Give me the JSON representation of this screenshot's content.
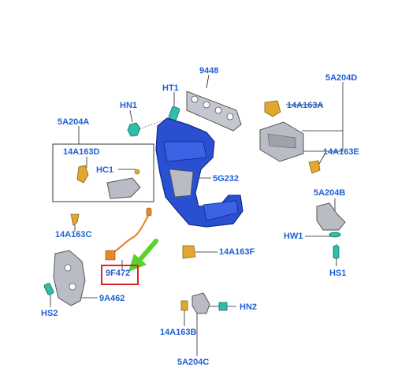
{
  "diagram": {
    "callouts": {
      "p9448": "9448",
      "p5a204d": "5A204D",
      "pht1": "HT1",
      "phn1": "HN1",
      "p14a163a": "14A163A",
      "p5a204a": "5A204A",
      "p14a163d": "14A163D",
      "phc1": "HC1",
      "p14a163e": "14A163E",
      "p5g232": "5G232",
      "p5a204b": "5A204B",
      "p14a163c": "14A163C",
      "phw1": "HW1",
      "p14a163f": "14A163F",
      "p9f472": "9F472",
      "phs1": "HS1",
      "p9a462": "9A462",
      "phs2": "HS2",
      "phn2": "HN2",
      "p14a163b": "14A163B",
      "p5a204c": "5A204C"
    },
    "colors": {
      "label": "#1f5fd6",
      "highlight": "#e0202a",
      "pointer": "#5ad22a",
      "converter": "#2a4fd0",
      "sensor_wire": "#e8882a",
      "gray_part": "#b9bcc4",
      "fastener": "#e0a830",
      "teal_part": "#2fbfa8"
    },
    "highlighted_part": "9F472"
  }
}
